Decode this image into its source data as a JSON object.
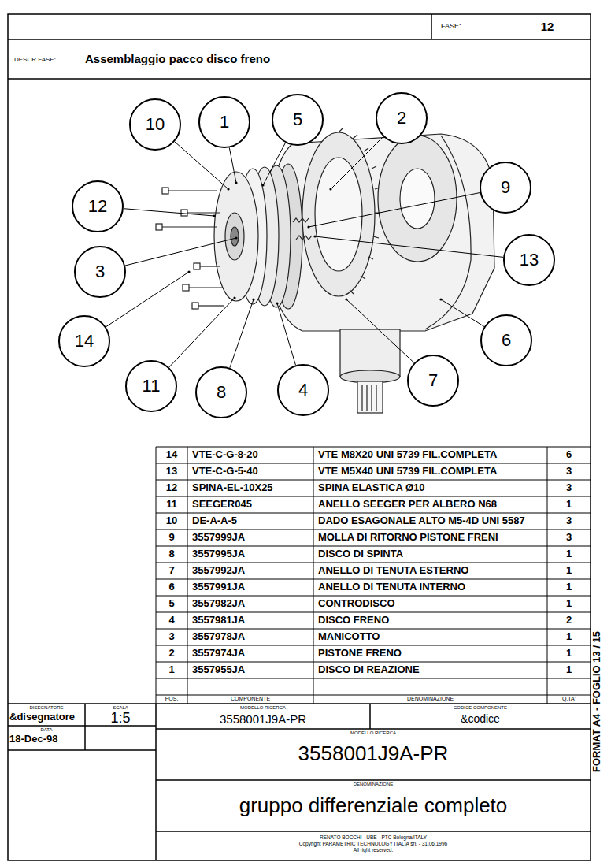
{
  "diagram": {
    "nodes": [
      {
        "text": [
          "10"
        ]
      },
      {
        "text": [
          "1"
        ]
      },
      {
        "text": [
          "5"
        ]
      },
      {
        "text": [
          "2"
        ]
      },
      {
        "text": [
          "12"
        ]
      },
      {
        "text": [
          "9"
        ]
      },
      {
        "text": [
          "3"
        ]
      },
      {
        "text": [
          "13"
        ]
      },
      {
        "text": [
          "14"
        ]
      },
      {
        "text": [
          "6"
        ]
      },
      {
        "text": [
          "11"
        ]
      },
      {
        "text": [
          "8"
        ]
      },
      {
        "text": [
          "4"
        ]
      },
      {
        "text": [
          "7"
        ]
      }
    ],
    "labels": [
      "FASE:",
      "12",
      "DESCR.FASE:",
      "Assemblaggio pacco disco freno",
      "14",
      "VTE-C-G-8-20",
      "VTE M8X20 UNI 5739 FIL.COMPLETA",
      "6",
      "13",
      "VTE-C-G-5-40",
      "VTE M5X40 UNI 5739 FIL.COMPLETA",
      "3",
      "12",
      "SPINA-EL-10X25",
      "SPINA ELASTICA Ø10",
      "3",
      "11",
      "SEEGER045",
      "ANELLO SEEGER PER ALBERO N68",
      "1",
      "10",
      "DE-A-A-5",
      "DADO ESAGONALE ALTO M5-4D UNI 5587",
      "3",
      "9",
      "3557999JA",
      "MOLLA DI RITORNO PISTONE FRENI",
      "3",
      "8",
      "3557995JA",
      "DISCO DI SPINTA",
      "1",
      "7",
      "3557992JA",
      "ANELLO DI TENUTA ESTERNO",
      "1",
      "6",
      "3557991JA",
      "ANELLO DI TENUTA INTERNO",
      "1",
      "5",
      "3557982JA",
      "CONTRODISCO",
      "1",
      "4",
      "3557981JA",
      "DISCO FRENO",
      "2",
      "3",
      "3557978JA",
      "MANICOTTO",
      "1",
      "2",
      "3557974JA",
      "PISTONE FRENO",
      "1",
      "1",
      "3557955JA",
      "DISCO DI REAZIONE",
      "1",
      "POS.",
      "COMPONENTE",
      "DENOMINAZIONE",
      "Q.TA'",
      "DISEGNATORE",
      "&disegnatore",
      "SCALA",
      "1:5",
      "DATA",
      "18-Dec-98",
      "MODELLO RICERCA",
      "3558001J9A-PR",
      "CODICE COMPONENTE",
      "&codice",
      "MODELLO RICERCA",
      "3558001J9A-PR",
      "DENOMINAZIONE",
      "gruppo differenziale completo",
      "RENATO BOCCHI - UBE - PTC Bologna/ITALY",
      "Copyright PARAMETRIC TECHNOLOGY ITALIA srl. - 31.06.1996",
      "All right reserved.",
      "FORMAT A4 - FOGLIO 13 / 15"
    ]
  }
}
